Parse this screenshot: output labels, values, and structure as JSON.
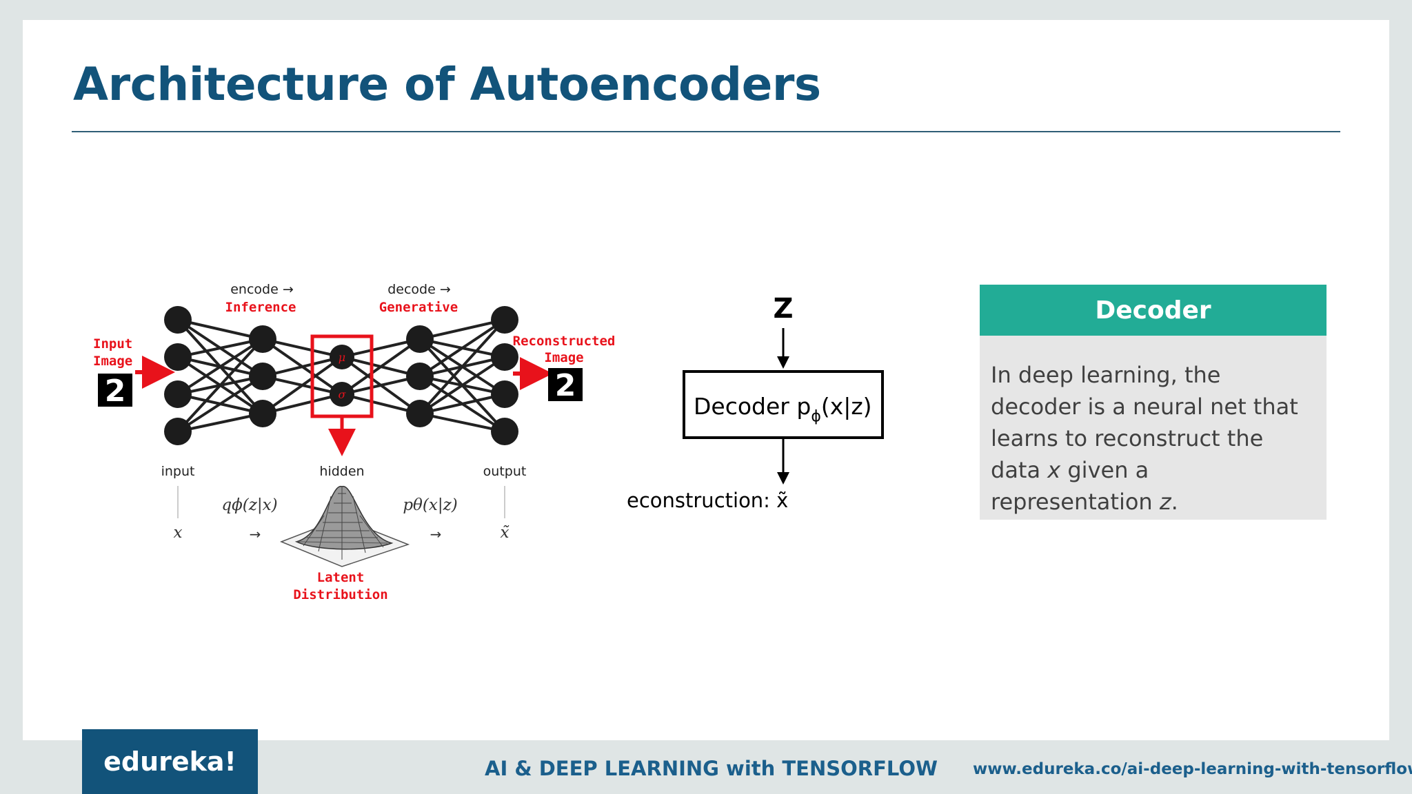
{
  "slide": {
    "title": "Architecture of Autoencoders"
  },
  "vae_diagram": {
    "encode_label": "encode →",
    "inference_label": "Inference",
    "decode_label": "decode →",
    "generative_label": "Generative",
    "input_image_label_1": "Input",
    "input_image_label_2": "Image",
    "reconstructed_label_1": "Reconstructed",
    "reconstructed_label_2": "Image",
    "digit": "2",
    "mu_symbol": "μ",
    "sigma_symbol": "σ",
    "input_layer_label": "input",
    "hidden_layer_label": "hidden",
    "output_layer_label": "output",
    "q_formula": "qϕ(z|x)",
    "p_formula": "pθ(x|z)",
    "x_symbol": "x",
    "arrow_symbol": "→",
    "x_tilde_symbol": "x̃",
    "latent_label_1": "Latent",
    "latent_label_2": "Distribution"
  },
  "decoder_diagram": {
    "z_label": "Z",
    "box_text": "Decoder p",
    "box_subscript": "ϕ",
    "box_suffix": "(x|z)",
    "output_label": "econstruction: x̃"
  },
  "info_box": {
    "header": "Decoder",
    "line_prefix": " In deep learning, the decoder is a neural net that learns to reconstruct the data ",
    "var_x": "x",
    "line_middle": " given a representation ",
    "var_z": "z",
    "line_suffix": "."
  },
  "footer": {
    "logo": "edureka!",
    "course": "AI & DEEP LEARNING with TENSORFLOW",
    "url": "www.edureka.co/ai-deep-learning-with-tensorflow"
  },
  "colors": {
    "title": "#12537a",
    "accent_red": "#e8121b",
    "teal": "#22ac96",
    "node": "#1c1c1c"
  }
}
